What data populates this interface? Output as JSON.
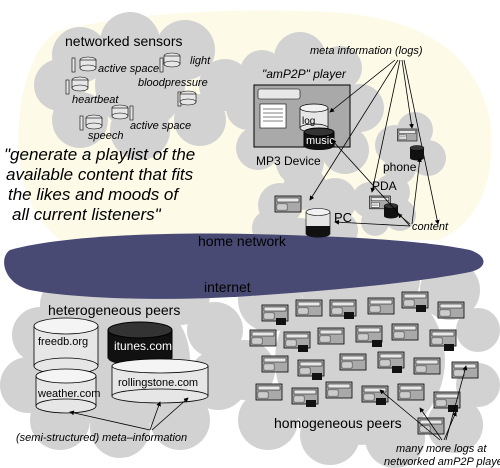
{
  "colors": {
    "background": "#fdfbe8",
    "cloud": "#d2d2d2",
    "network_band": "#484a73",
    "device_box": "#a9a9a9",
    "db_light": "#e6e6e6",
    "db_dark": "#111111",
    "text": "#000000"
  },
  "sensors": {
    "title": "networked sensors",
    "labels": [
      "light",
      "active space",
      "bloodpressure",
      "heartbeat",
      "speech",
      "active space"
    ]
  },
  "player": {
    "title": "\"amP2P\" player",
    "log": "log",
    "music": "music",
    "device": "MP3 Device"
  },
  "meta_logs": "meta information (logs)",
  "quote": {
    "lines": [
      "\"generate a playlist of the",
      "available content that fits",
      "the likes and moods of",
      "all current listeners\""
    ]
  },
  "devices": {
    "phone": "phone",
    "pda": "PDA",
    "pc": "PC"
  },
  "content_label": "content",
  "home_network": "home network",
  "internet": "internet",
  "hetero": {
    "title": "heterogeneous peers",
    "freedb": "freedb.org",
    "itunes": "itunes.com",
    "rollingstone": "rollingstone.com",
    "weather": "weather.com"
  },
  "meta_information": "(semi-structured) meta–information",
  "homogeneous": "homogeneous peers",
  "more_logs": [
    "many more logs at",
    "networked amP2P playe"
  ]
}
